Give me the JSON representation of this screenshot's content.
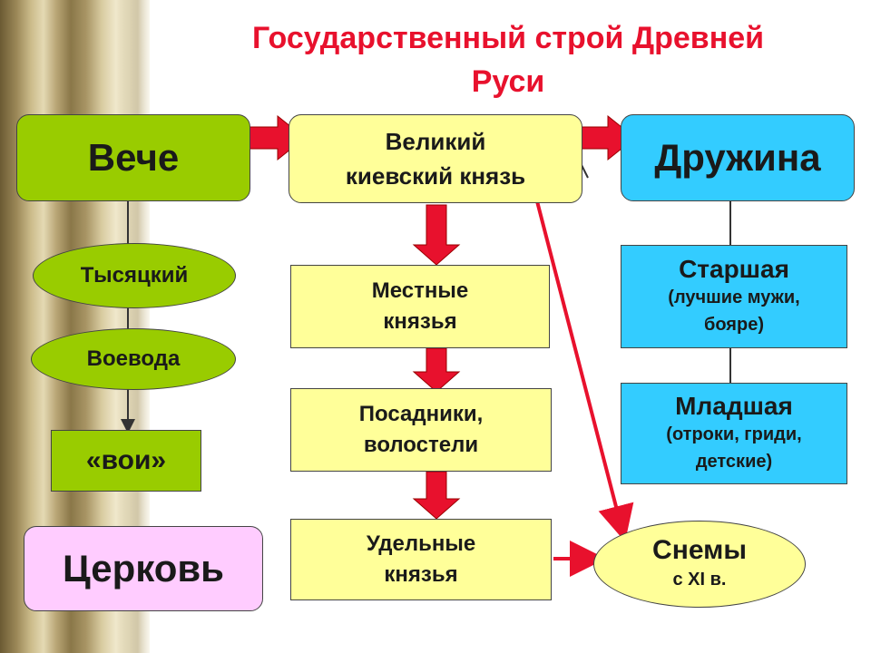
{
  "title": {
    "line1": "Государственный строй Древней",
    "line2": "Руси"
  },
  "left": {
    "veche": "Вече",
    "tysyatsky": "Тысяцкий",
    "voevoda": "Воевода",
    "voi": "«вои»",
    "church": "Церковь"
  },
  "center": {
    "prince_line1": "Великий",
    "prince_line2": "киевский князь",
    "local_line1": "Местные",
    "local_line2": "князья",
    "posadniki_line1": "Посадники,",
    "posadniki_line2": "волостели",
    "udelnye_line1": "Удельные",
    "udelnye_line2": "князья"
  },
  "right": {
    "druzhina": "Дружина",
    "senior_title": "Старшая",
    "senior_line1": "(лучшие мужи,",
    "senior_line2": "бояре)",
    "junior_title": "Младшая",
    "junior_line1": "(отроки, гриди,",
    "junior_line2": "детские)",
    "snemy": "Снемы",
    "snemy_sub": "с XI в."
  },
  "colors": {
    "arrow": "#e8112d",
    "title": "#e8112d",
    "green": "#99cc00",
    "yellow": "#ffff99",
    "cyan": "#33ccff",
    "pink": "#ffccff"
  }
}
